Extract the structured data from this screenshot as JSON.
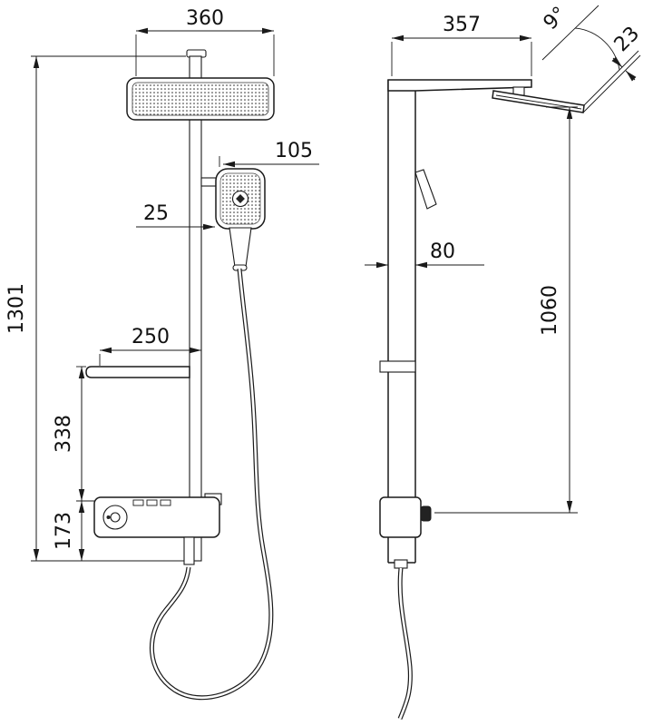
{
  "palette": {
    "line": "#1a1a1a",
    "background": "#ffffff",
    "knob_dark": "#222222"
  },
  "front_view": {
    "head_width": "360",
    "total_height": "1301",
    "hand_shower_offset": "105",
    "hand_shower_gap": "25",
    "shelf_width": "250",
    "shelf_to_panel": "338",
    "panel_to_bottom": "173"
  },
  "side_view": {
    "arm_depth": "357",
    "head_angle": "9°",
    "head_thickness": "23",
    "column_depth": "80",
    "head_to_outlet_height": "1060"
  }
}
